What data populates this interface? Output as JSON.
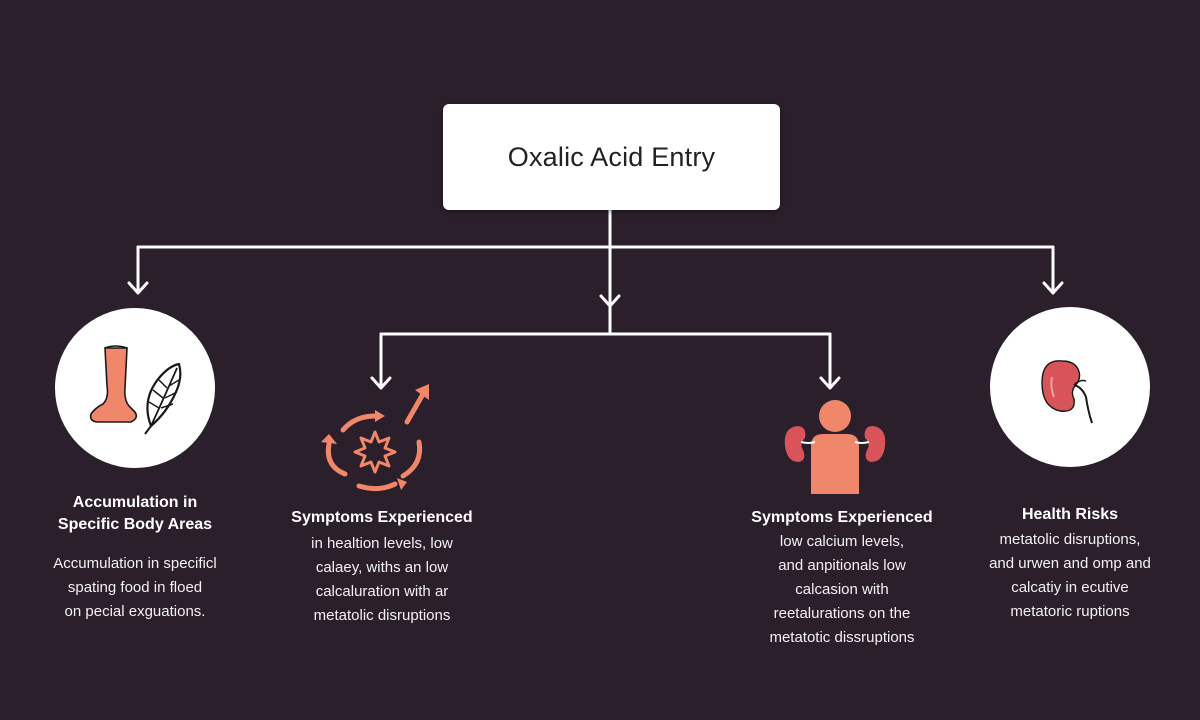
{
  "root": {
    "title": "Oxalic Acid Entry"
  },
  "colors": {
    "background": "#2b1f2b",
    "connector": "#ffffff",
    "icon_accent": "#f0876a",
    "kidney": "#d9535a"
  },
  "nodes": [
    {
      "icon": "foot-and-leaf-icon",
      "title_lines": [
        "Accumulation in",
        "Specific Body Areas"
      ],
      "desc_lines": [
        "Accumulation in specificl",
        "spating food in floed",
        "on pecial exguations."
      ]
    },
    {
      "icon": "cycle-burst-arrow-icon",
      "title_lines": [
        "Symptoms Experienced"
      ],
      "desc_lines": [
        "in healtion levels, low",
        "calaey,  withs an low",
        "calcaluration with ar",
        "metatolic disruptions"
      ]
    },
    {
      "icon": "person-kidneys-icon",
      "title_lines": [
        "Symptoms Experienced"
      ],
      "desc_lines": [
        "low calcium levels,",
        "and anpitionals low",
        "calcasion with",
        "reetalurations on the",
        "metatotic dissruptions"
      ]
    },
    {
      "icon": "kidney-icon",
      "title_lines": [
        "Health Risks"
      ],
      "desc_lines": [
        "metatolic disruptions,",
        "and urwen and omp and",
        "calcatiy in ecutive",
        "metatoric ruptions"
      ]
    }
  ]
}
